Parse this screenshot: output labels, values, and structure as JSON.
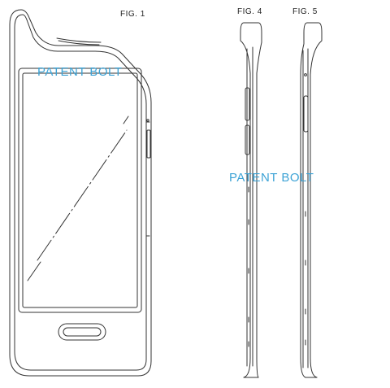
{
  "figures": {
    "fig1": {
      "label": "FIG. 1"
    },
    "fig4": {
      "label": "FIG. 4"
    },
    "fig5": {
      "label": "FIG. 5"
    }
  },
  "watermark": {
    "text": "PATENT BOLT",
    "color": "#3da3d6"
  },
  "colors": {
    "line": "#333333",
    "background": "#ffffff"
  }
}
